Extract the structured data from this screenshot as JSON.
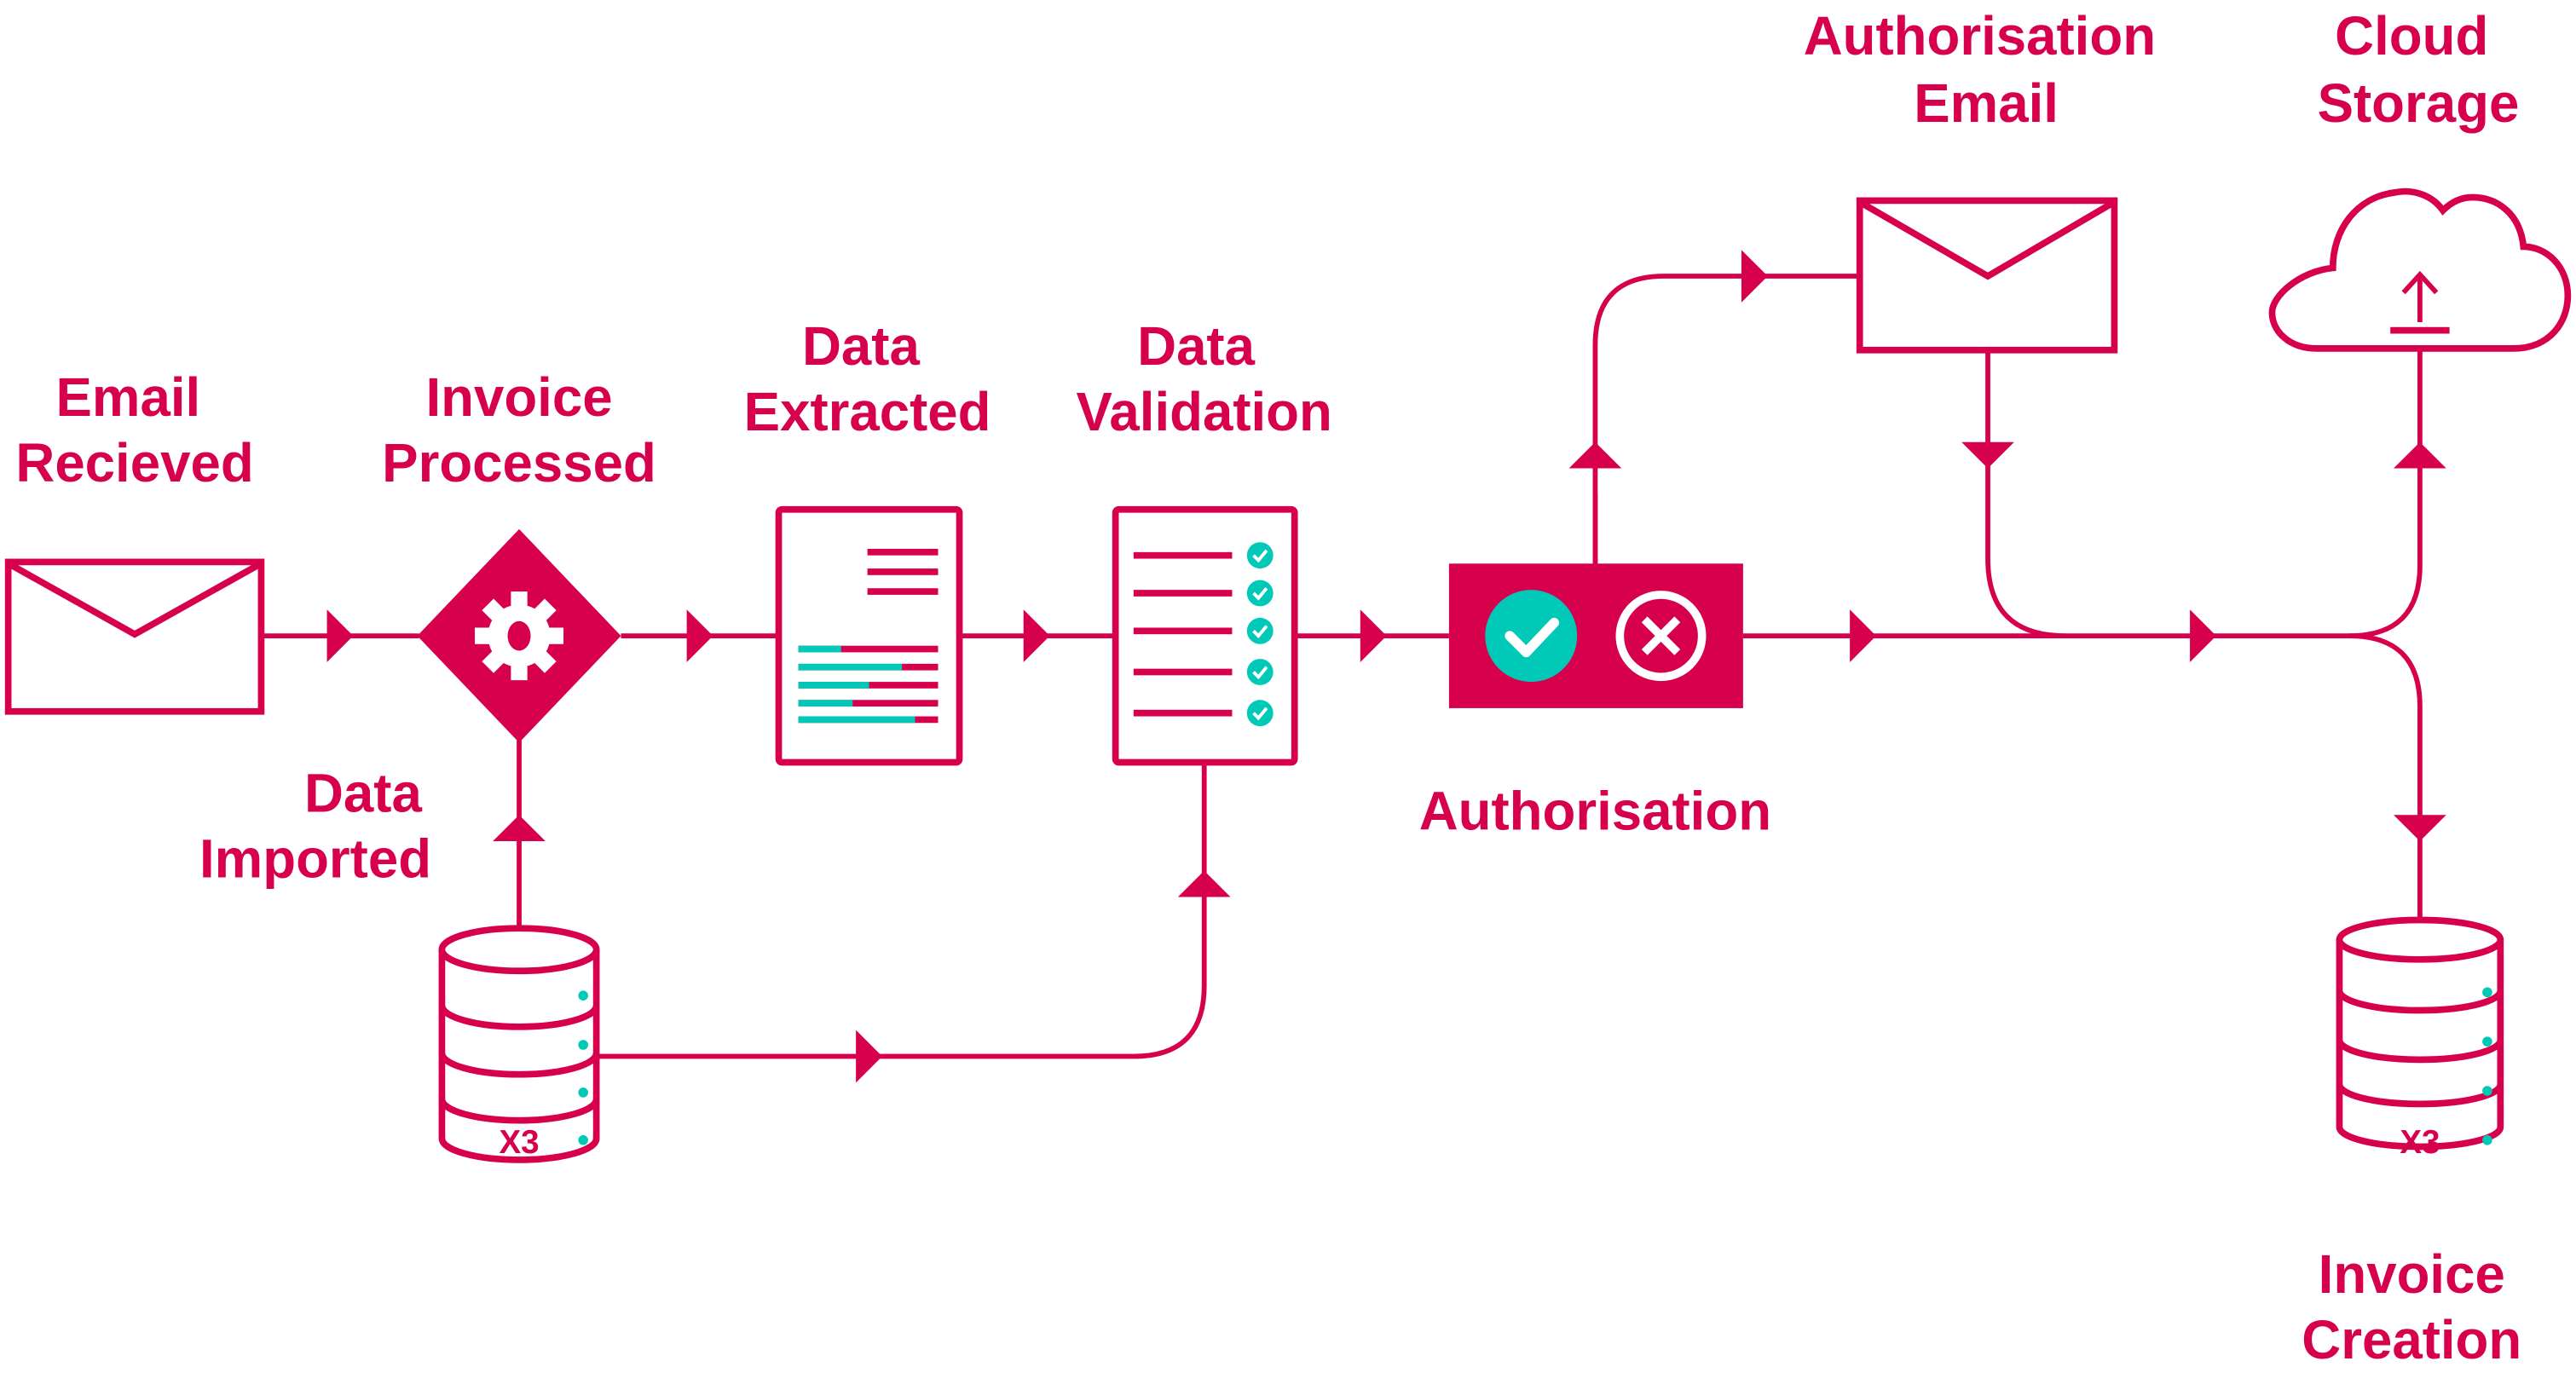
{
  "colors": {
    "primary": "#d6004c",
    "accent": "#00c9b7",
    "background": "#ffffff"
  },
  "nodes": {
    "email_received": {
      "label_line1": "Email",
      "label_line2": "Recieved",
      "icon": "envelope-icon"
    },
    "invoice_processed": {
      "label_line1": "Invoice",
      "label_line2": "Processed",
      "icon": "gear-diamond-icon"
    },
    "data_extracted": {
      "label_line1": "Data",
      "label_line2": "Extracted",
      "icon": "document-bars-icon"
    },
    "data_validation": {
      "label_line1": "Data",
      "label_line2": "Validation",
      "icon": "checklist-document-icon"
    },
    "authorisation": {
      "label": "Authorisation",
      "icon": "approve-reject-icon"
    },
    "authorisation_email": {
      "label_line1": "Authorisation",
      "label_line2": "Email",
      "icon": "envelope-icon"
    },
    "cloud_storage": {
      "label_line1": "Cloud",
      "label_line2": "Storage",
      "icon": "cloud-upload-icon"
    },
    "data_imported": {
      "label_line1": "Data",
      "label_line2": "Imported",
      "icon": "database-icon",
      "db_badge": "X3"
    },
    "invoice_creation": {
      "label_line1": "Invoice",
      "label_line2": "Creation",
      "icon": "database-icon",
      "db_badge": "X3"
    }
  },
  "edges": [
    {
      "from": "Email Recieved",
      "to": "Invoice Processed"
    },
    {
      "from": "Data Imported",
      "to": "Invoice Processed"
    },
    {
      "from": "Invoice Processed",
      "to": "Data Extracted"
    },
    {
      "from": "Data Extracted",
      "to": "Data Validation"
    },
    {
      "from": "Data Imported",
      "to": "Data Validation"
    },
    {
      "from": "Data Validation",
      "to": "Authorisation"
    },
    {
      "from": "Authorisation",
      "to": "Authorisation Email"
    },
    {
      "from": "Authorisation",
      "to": "Cloud Storage"
    },
    {
      "from": "Authorisation Email",
      "to": "Cloud Storage"
    },
    {
      "from": "Authorisation",
      "to": "Invoice Creation"
    }
  ]
}
